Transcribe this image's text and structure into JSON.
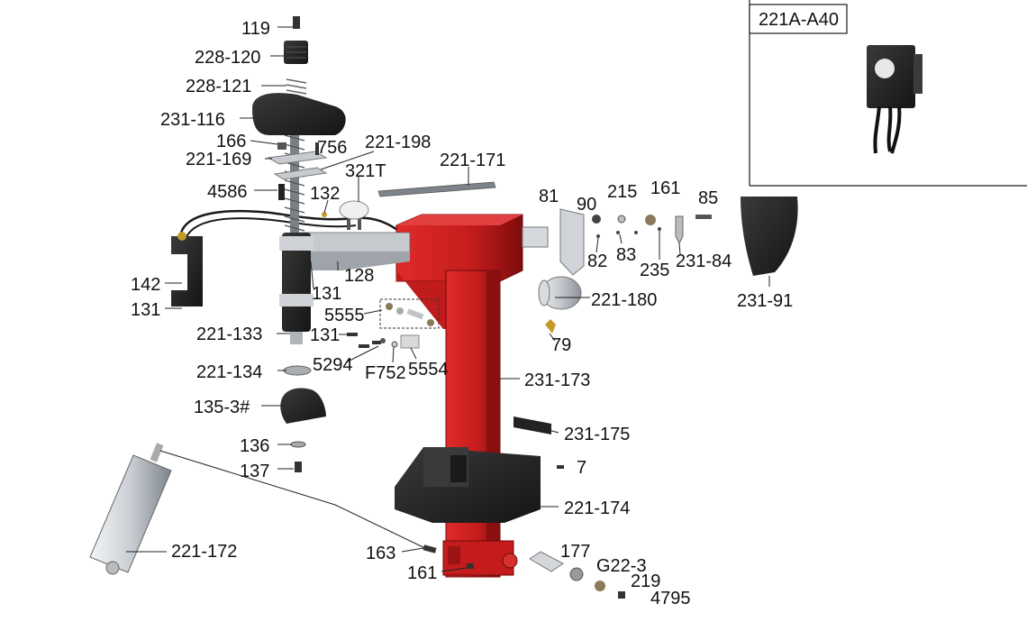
{
  "inset": {
    "title": "221A-A40"
  },
  "labels": {
    "p119": "119",
    "p228_120": "228-120",
    "p228_121": "228-121",
    "p231_116": "231-116",
    "p166": "166",
    "p756": "756",
    "p221_198": "221-198",
    "p221_169": "221-169",
    "p321T": "321T",
    "p221_171": "221-171",
    "p4586": "4586",
    "p132": "132",
    "p81": "81",
    "p90": "90",
    "p215": "215",
    "p161a": "161",
    "p85": "85",
    "p82": "82",
    "p83": "83",
    "p235": "235",
    "p231_84": "231-84",
    "p231_91": "231-91",
    "p142": "142",
    "p131a": "131",
    "p128": "128",
    "p131b": "131",
    "p5555": "5555",
    "p221_180": "221-180",
    "p221_133": "221-133",
    "p131c": "131",
    "p79": "79",
    "p5294": "5294",
    "p221_134": "221-134",
    "pF752": "F752",
    "p5554": "5554",
    "p231_173": "231-173",
    "p135_3": "135-3#",
    "p231_175": "231-175",
    "p136": "136",
    "p7": "7",
    "p137": "137",
    "p221_174": "221-174",
    "p221_172": "221-172",
    "p163": "163",
    "p177": "177",
    "pG22_3": "G22-3",
    "p161b": "161",
    "p219": "219",
    "p4795": "4795"
  },
  "colors": {
    "frame_red": "#cc1f1f",
    "frame_red_dark": "#8e1010",
    "dark_plastic": "#2b2b2b",
    "steel": "#b9bec4",
    "line": "#222222"
  }
}
